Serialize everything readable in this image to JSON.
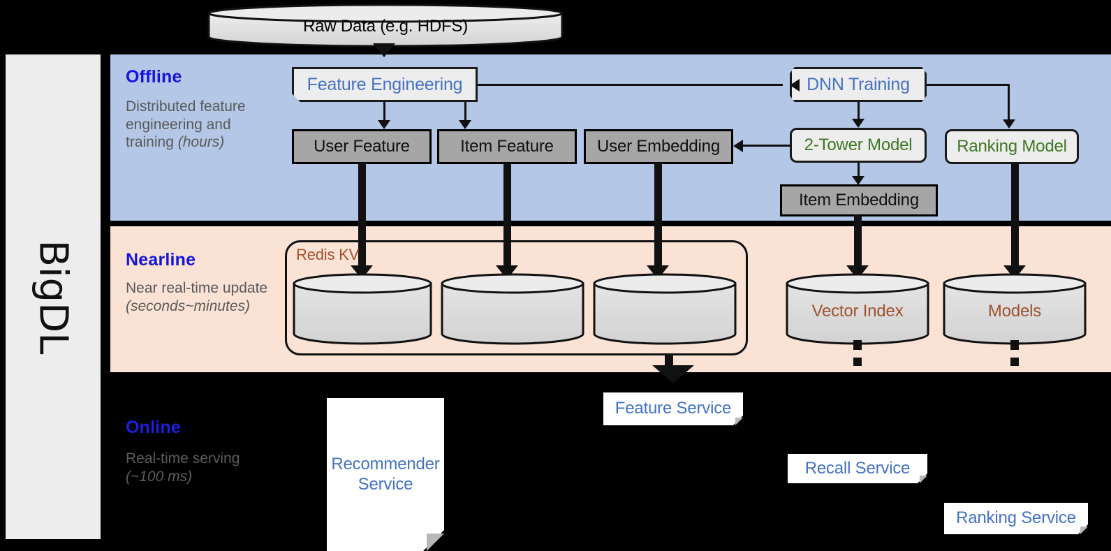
{
  "framework": {
    "name": "BigDL"
  },
  "bands": [
    {
      "id": "offline",
      "title": "Offline",
      "subtitle_main": "Distributed feature engineering and training ",
      "subtitle_em": "(hours)",
      "bg": "#b4c7e7"
    },
    {
      "id": "nearline",
      "title": "Nearline",
      "subtitle_main": "Near real-time update ",
      "subtitle_em": "(seconds~minutes)",
      "bg": "#fae2d4"
    },
    {
      "id": "online",
      "title": "Online",
      "subtitle_main": "Real-time serving ",
      "subtitle_em": "(~100 ms)",
      "bg": "#000000"
    }
  ],
  "nodes": {
    "raw_data": {
      "label": "Raw Data (e.g. HDFS)",
      "shape": "cylinder",
      "fill": "#d9d9d9"
    },
    "feature_engineering": {
      "label": "Feature Engineering",
      "shape": "flag",
      "text_color": "#4472c4"
    },
    "dnn_training": {
      "label": "DNN Training",
      "shape": "flag",
      "text_color": "#4472c4"
    },
    "user_feature": {
      "label": "User Feature",
      "shape": "rect",
      "fill": "#a6a6a6"
    },
    "item_feature": {
      "label": "Item Feature",
      "shape": "rect",
      "fill": "#a6a6a6"
    },
    "user_embedding": {
      "label": "User Embedding",
      "shape": "rect",
      "fill": "#a6a6a6"
    },
    "two_tower_model": {
      "label": "2-Tower Model",
      "shape": "rounded",
      "text_color": "#3f7722"
    },
    "ranking_model": {
      "label": "Ranking Model",
      "shape": "rounded",
      "text_color": "#3f7722"
    },
    "item_embedding": {
      "label": "Item Embedding",
      "shape": "rect",
      "fill": "#a6a6a6"
    },
    "redis_kv": {
      "label": "Redis KV",
      "shape": "group",
      "text_color": "#a0522d"
    },
    "redis_store_1": {
      "label": "",
      "shape": "cylinder"
    },
    "redis_store_2": {
      "label": "",
      "shape": "cylinder"
    },
    "redis_store_3": {
      "label": "",
      "shape": "cylinder"
    },
    "vector_index": {
      "label": "Vector Index",
      "shape": "cylinder",
      "text_color": "#a0522d"
    },
    "models": {
      "label": "Models",
      "shape": "cylinder",
      "text_color": "#a0522d"
    },
    "feature_service": {
      "label": "Feature Service",
      "shape": "document",
      "text_color": "#4472c4"
    },
    "recommender_service": {
      "label": "Recommender Service",
      "shape": "document",
      "text_color": "#4472c4"
    },
    "recall_service": {
      "label": "Recall Service",
      "shape": "document",
      "text_color": "#4472c4"
    },
    "ranking_service": {
      "label": "Ranking Service",
      "shape": "document",
      "text_color": "#4472c4"
    }
  },
  "colors": {
    "offline_bg": "#b4c7e7",
    "nearline_bg": "#fae2d4",
    "online_bg": "#000000",
    "rail_bg": "#ededed",
    "band_title": "#1414dc",
    "band_sub": "#595959",
    "gray_node": "#a6a6a6",
    "light_node": "#ededed",
    "blue_label": "#4472c4",
    "green_label": "#3f7722",
    "brown_label": "#a0522d",
    "stroke": "#111111"
  }
}
